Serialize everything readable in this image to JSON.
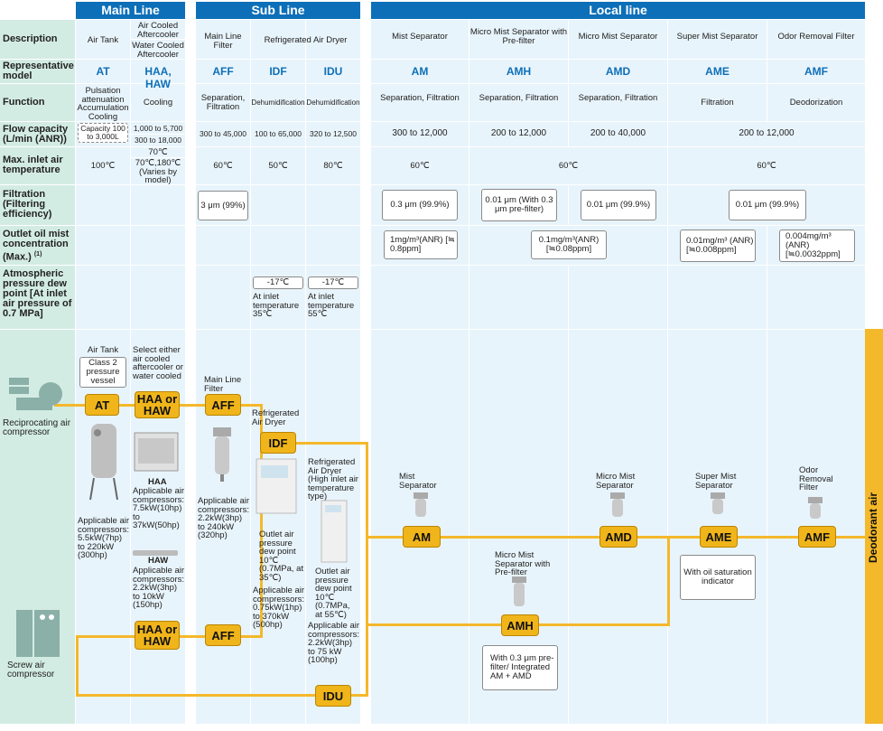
{
  "headers": {
    "main_line": "Main Line",
    "sub_line": "Sub Line",
    "local_line": "Local line"
  },
  "row_labels": {
    "description": "Description",
    "model": "Representative model",
    "function": "Function",
    "flow": "Flow capacity (L/min (ANR))",
    "temp": "Max. inlet air temperature",
    "filtration": "Filtration (Filtering efficiency)",
    "oilmist": "Outlet oil mist concentration (Max.)",
    "oilmist_note": "(1)",
    "dewpoint": "Atmospheric pressure dew point [At inlet air pressure of 0.7 MPa]"
  },
  "descriptions": {
    "air_tank": "Air Tank",
    "air_cooled": "Air Cooled Aftercooler",
    "water_cooled": "Water Cooled Aftercooler",
    "main_filter": "Main Line Filter",
    "refrig_dryer": "Refrigerated Air Dryer",
    "mist_sep": "Mist Separator",
    "micro_prefilter": "Micro Mist Separator with Pre-filter",
    "micro_mist": "Micro Mist Separator",
    "super_mist": "Super Mist Separator",
    "odor": "Odor Removal Filter"
  },
  "models": {
    "at": "AT",
    "haa": "HAA, HAW",
    "aff": "AFF",
    "idf": "IDF",
    "idu": "IDU",
    "am": "AM",
    "amh": "AMH",
    "amd": "AMD",
    "ame": "AME",
    "amf": "AMF"
  },
  "functions": {
    "at": "Pulsation attenuation Accumulation Cooling",
    "haa": "Cooling",
    "aff": "Separation, Filtration",
    "idf": "Dehumidification",
    "idu": "Dehumidification",
    "am": "Separation, Filtration",
    "amh": "Separation, Filtration",
    "amd": "Separation, Filtration",
    "ame": "Filtration",
    "amf": "Deodorization"
  },
  "flow": {
    "at": "Capacity 100 to 3,000L",
    "haa": "1,000 to 5,700",
    "haw": "300 to 18,000",
    "aff": "300 to 45,000",
    "idf": "100 to 65,000",
    "idu": "320 to 12,500",
    "am": "300 to 12,000",
    "amh": "200 to 12,000",
    "amd": "200 to 40,000",
    "ame_amf": "200 to 12,000"
  },
  "temp": {
    "at": "100℃",
    "haa": "70℃",
    "haw": "70℃,180℃ (Varies by model)",
    "aff": "60℃",
    "idf": "50℃",
    "idu": "80℃",
    "am": "60℃",
    "amh_amd": "60℃",
    "ame_amf": "60℃"
  },
  "filtration": {
    "aff": "3 μm (99%)",
    "am": "0.3 μm (99.9%)",
    "amh": "0.01 μm (With 0.3 μm pre-filter)",
    "amd": "0.01 μm (99.9%)",
    "ame_amf": "0.01 μm (99.9%)"
  },
  "oilmist": {
    "am": "1mg/m³(ANR) [≒ 0.8ppm]",
    "amh_amd": "0.1mg/m³(ANR) [≒0.08ppm]",
    "ame": "0.01mg/m³ (ANR) [≒0.008ppm]",
    "amf": "0.004mg/m³ (ANR) [≒0.0032ppm]"
  },
  "dewpoint": {
    "idf_val": "-17℃",
    "idf_note": "At inlet temperature 35℃",
    "idu_val": "-17℃",
    "idu_note": "At inlet temperature 55℃"
  },
  "flow_diagram": {
    "recip_compressor": "Reciprocating air compressor",
    "screw_compressor": "Screw air compressor",
    "at_title": "Air Tank",
    "at_box": "Class 2 pressure vessel",
    "at_spec": "Applicable air compressors: 5.5kW(7hp) to 220kW (300hp)",
    "haa_select": "Select either air cooled aftercooler or water cooled",
    "haa_tag": "HAA or HAW",
    "haa_name": "HAA",
    "haa_spec": "Applicable air compressors: 7.5kW(10hp) to 37kW(50hp)",
    "haw_name": "HAW",
    "haw_spec": "Applicable air compressors: 2.2kW(3hp) to 10kW (150hp)",
    "aff_title": "Main Line Filter",
    "aff_spec": "Applicable air compressors: 2.2kW(3hp) to 240kW (320hp)",
    "idf_title": "Refrigerated Air Dryer",
    "idf_spec1": "Outlet air pressure dew point 10℃ (0.7MPa, at 35℃)",
    "idf_spec2": "Applicable air compressors: 0.75kW(1hp) to 370kW (500hp)",
    "idu_title": "Refrigerated Air Dryer (High inlet air temperature type)",
    "idu_spec1": "Outlet air pressure dew point 10℃ (0.7MPa, at 55℃)",
    "idu_spec2": "Applicable air compressors: 2.2kW(3hp) to 75 kW (100hp)",
    "am_title": "Mist Separator",
    "amh_title": "Micro Mist Separator with Pre-filter",
    "amh_box": "With 0.3 μm pre-filter/ Integrated AM + AMD",
    "amd_title": "Micro Mist Separator",
    "ame_title": "Super Mist Separator",
    "ame_box": "With oil saturation indicator",
    "amf_title": "Odor Removal Filter",
    "output": "Deodorant air"
  },
  "colors": {
    "header": "#0d6fb8",
    "label_bg": "#d3ece3",
    "cell_bg": "#e8f4fb",
    "line": "#f4b82b",
    "tag": "#f0b51a"
  }
}
